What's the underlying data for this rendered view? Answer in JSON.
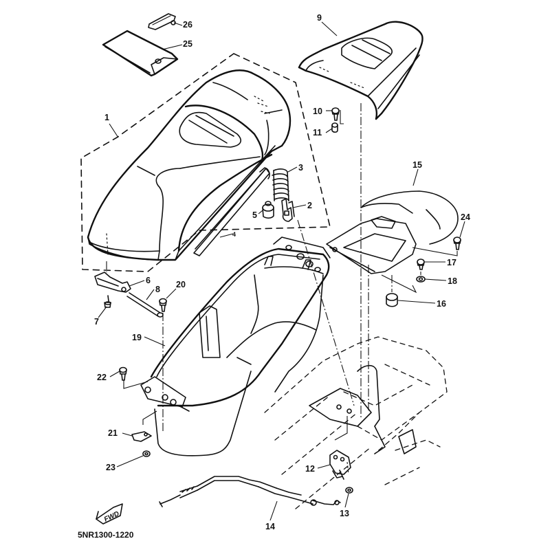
{
  "diagram": {
    "title": "Seat / Storage Box Parts Diagram",
    "drawing_code": "5NR1300-1220",
    "direction_badge": "FWD",
    "callouts": [
      {
        "number": "1",
        "part": "seat-assembly"
      },
      {
        "number": "2",
        "part": "seat-lock-hook"
      },
      {
        "number": "3",
        "part": "spring"
      },
      {
        "number": "4",
        "part": "seat-trim-strip"
      },
      {
        "number": "5",
        "part": "damper"
      },
      {
        "number": "6",
        "part": "hinge-bracket"
      },
      {
        "number": "7",
        "part": "bolt"
      },
      {
        "number": "8",
        "part": "hinge-pin"
      },
      {
        "number": "9",
        "part": "rear-seat-cover"
      },
      {
        "number": "10",
        "part": "bolt"
      },
      {
        "number": "11",
        "part": "collar"
      },
      {
        "number": "12",
        "part": "seat-lock-assembly"
      },
      {
        "number": "13",
        "part": "nut"
      },
      {
        "number": "14",
        "part": "seat-lock-cable"
      },
      {
        "number": "15",
        "part": "rear-seat"
      },
      {
        "number": "16",
        "part": "damper"
      },
      {
        "number": "17",
        "part": "bolt"
      },
      {
        "number": "18",
        "part": "washer"
      },
      {
        "number": "19",
        "part": "storage-box"
      },
      {
        "number": "20",
        "part": "bolt"
      },
      {
        "number": "21",
        "part": "bracket"
      },
      {
        "number": "22",
        "part": "bolt"
      },
      {
        "number": "23",
        "part": "nut"
      },
      {
        "number": "24",
        "part": "bolt"
      },
      {
        "number": "25",
        "part": "document-holder"
      },
      {
        "number": "26",
        "part": "band"
      }
    ]
  }
}
